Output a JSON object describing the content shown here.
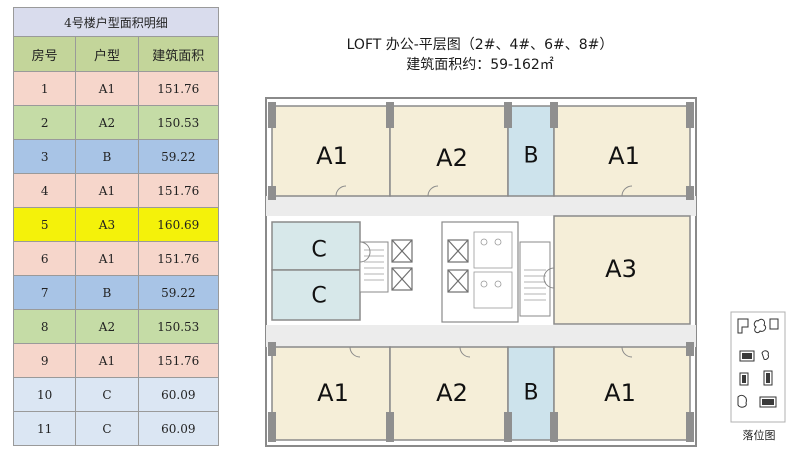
{
  "table": {
    "caption": "4号楼户型面积明细",
    "headers": [
      "房号",
      "户型",
      "建筑面积"
    ],
    "rows": [
      {
        "no": "1",
        "type": "A1",
        "area": "151.76",
        "color": "#f6d6cb"
      },
      {
        "no": "2",
        "type": "A2",
        "area": "150.53",
        "color": "#c5dca6"
      },
      {
        "no": "3",
        "type": "B",
        "area": "59.22",
        "color": "#a8c4e6"
      },
      {
        "no": "4",
        "type": "A1",
        "area": "151.76",
        "color": "#f6d6cb"
      },
      {
        "no": "5",
        "type": "A3",
        "area": "160.69",
        "color": "#f4f20a"
      },
      {
        "no": "6",
        "type": "A1",
        "area": "151.76",
        "color": "#f6d6cb"
      },
      {
        "no": "7",
        "type": "B",
        "area": "59.22",
        "color": "#a8c4e6"
      },
      {
        "no": "8",
        "type": "A2",
        "area": "150.53",
        "color": "#c5dca6"
      },
      {
        "no": "9",
        "type": "A1",
        "area": "151.76",
        "color": "#f6d6cb"
      },
      {
        "no": "10",
        "type": "C",
        "area": "60.09",
        "color": "#dbe6f3"
      },
      {
        "no": "11",
        "type": "C",
        "area": "60.09",
        "color": "#dbe6f3"
      }
    ]
  },
  "title": {
    "line1": "LOFT 办公-平层图（2#、4#、6#、8#）",
    "line2": "建筑面积约：59-162㎡"
  },
  "plan": {
    "units": {
      "top_a1_left": "A1",
      "top_a2": "A2",
      "top_b": "B",
      "top_a1_right": "A1",
      "c_upper": "C",
      "c_lower": "C",
      "a3": "A3",
      "bot_a1_left": "A1",
      "bot_a2": "A2",
      "bot_b": "B",
      "bot_a1_right": "A1"
    },
    "colors": {
      "unit_fill": "#f5eed8",
      "b_fill": "#cde3ec",
      "c_fill": "#d7e8ea",
      "corridor": "#ececec",
      "wall": "#8a8a8a"
    }
  },
  "key_plan": {
    "label": "落位图"
  }
}
